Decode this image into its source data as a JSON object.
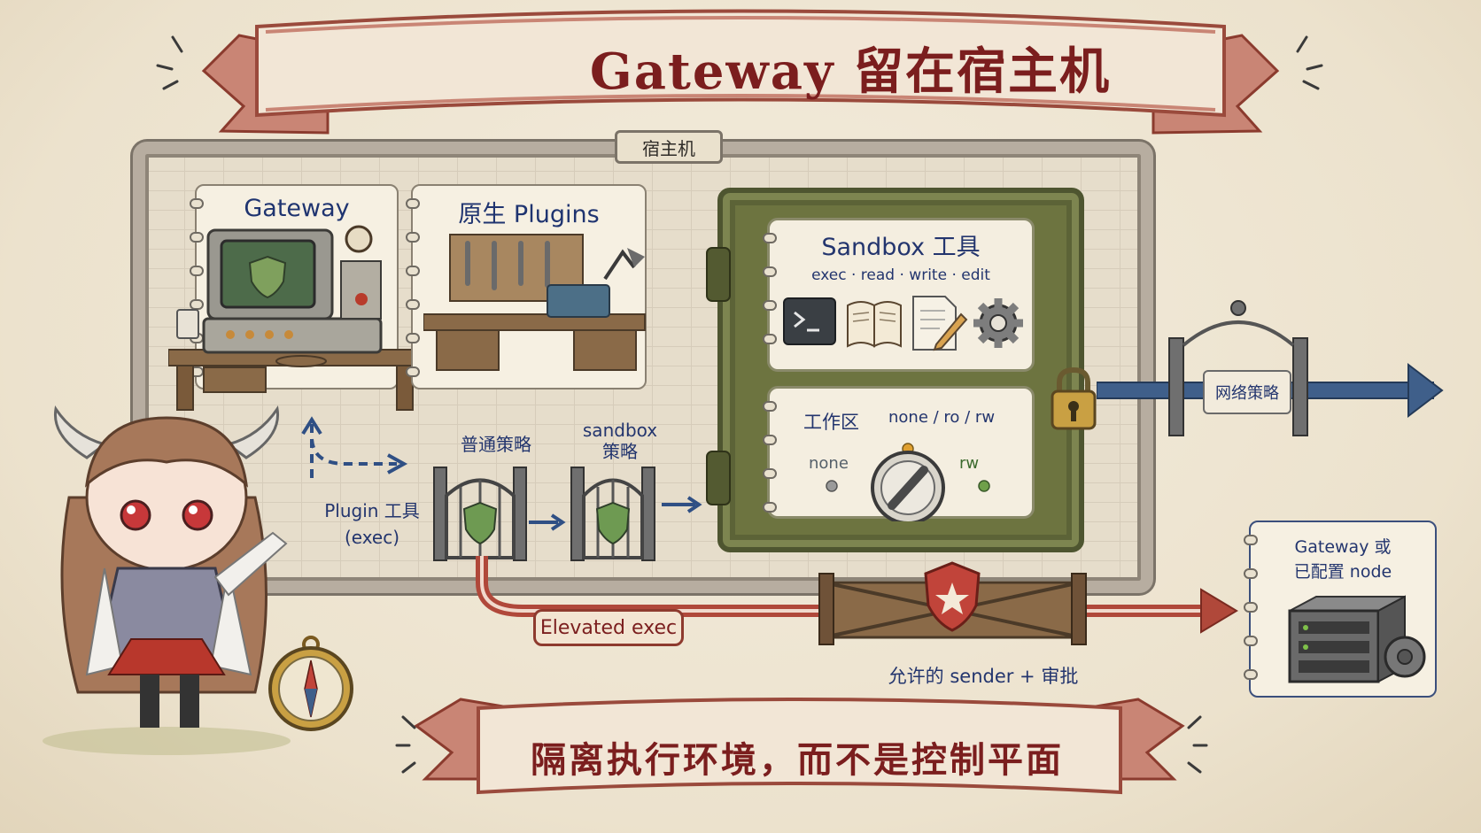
{
  "title": "Gateway 留在宿主机",
  "host_label": "宿主机",
  "gateway_card": {
    "title": "Gateway"
  },
  "plugins_card": {
    "title": "原生 Plugins"
  },
  "plugin_tool": {
    "line1": "Plugin 工具",
    "line2": "(exec)"
  },
  "policy_normal": "普通策略",
  "policy_sandbox": {
    "line1": "sandbox",
    "line2": "策略"
  },
  "sandbox_tools": {
    "title": "Sandbox 工具",
    "ops": "exec · read · write · edit",
    "icons": [
      "terminal-icon",
      "book-icon",
      "document-pen-icon",
      "gear-icon"
    ]
  },
  "workspace": {
    "title": "工作区",
    "modes": "none / ro / rw",
    "left": "none",
    "right": "rw"
  },
  "network_policy": "网络策略",
  "elevated_exec": "Elevated exec",
  "allowed_sender": "允许的 sender + 审批",
  "target_node": {
    "line1": "Gateway 或",
    "line2": "已配置 node"
  },
  "bottom_banner": "隔离执行环境，而不是控制平面"
}
